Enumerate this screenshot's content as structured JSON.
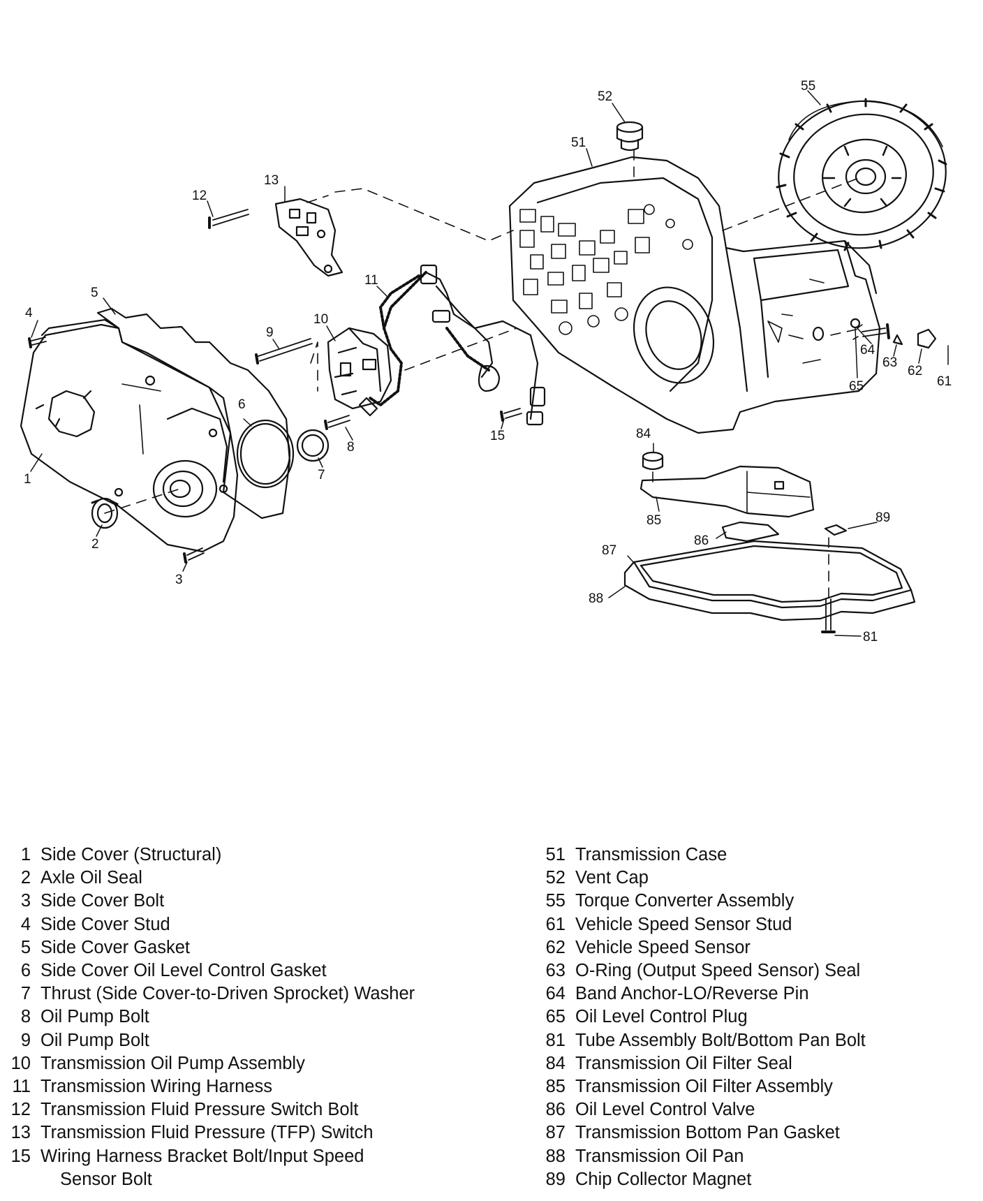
{
  "diagram": {
    "callouts": {
      "c1": "1",
      "c2": "2",
      "c3": "3",
      "c4": "4",
      "c5": "5",
      "c6": "6",
      "c7": "7",
      "c8": "8",
      "c9": "9",
      "c10": "10",
      "c11": "11",
      "c12": "12",
      "c13": "13",
      "c15": "15",
      "c51": "51",
      "c52": "52",
      "c55": "55",
      "c61": "61",
      "c62": "62",
      "c63": "63",
      "c64": "64",
      "c65": "65",
      "c81": "81",
      "c84": "84",
      "c85": "85",
      "c86": "86",
      "c87": "87",
      "c88": "88",
      "c89": "89"
    }
  },
  "legend": {
    "left": [
      {
        "num": "1",
        "text": "Side Cover (Structural)"
      },
      {
        "num": "2",
        "text": "Axle Oil Seal"
      },
      {
        "num": "3",
        "text": "Side Cover Bolt"
      },
      {
        "num": "4",
        "text": "Side Cover Stud"
      },
      {
        "num": "5",
        "text": "Side Cover Gasket"
      },
      {
        "num": "6",
        "text": "Side Cover Oil Level Control Gasket"
      },
      {
        "num": "7",
        "text": "Thrust (Side Cover-to-Driven Sprocket) Washer"
      },
      {
        "num": "8",
        "text": "Oil Pump Bolt"
      },
      {
        "num": "9",
        "text": "Oil Pump Bolt"
      },
      {
        "num": "10",
        "text": "Transmission Oil Pump Assembly"
      },
      {
        "num": "11",
        "text": "Transmission Wiring Harness"
      },
      {
        "num": "12",
        "text": "Transmission Fluid Pressure Switch Bolt"
      },
      {
        "num": "13",
        "text": "Transmission Fluid Pressure (TFP) Switch"
      },
      {
        "num": "15",
        "text": "Wiring Harness Bracket Bolt/Input Speed",
        "text2": "Sensor Bolt"
      }
    ],
    "right": [
      {
        "num": "51",
        "text": "Transmission Case"
      },
      {
        "num": "52",
        "text": "Vent Cap"
      },
      {
        "num": "55",
        "text": "Torque Converter Assembly"
      },
      {
        "num": "61",
        "text": "Vehicle Speed Sensor Stud"
      },
      {
        "num": "62",
        "text": "Vehicle Speed Sensor"
      },
      {
        "num": "63",
        "text": "O-Ring (Output Speed Sensor) Seal"
      },
      {
        "num": "64",
        "text": "Band Anchor-LO/Reverse Pin"
      },
      {
        "num": "65",
        "text": "Oil Level Control Plug"
      },
      {
        "num": "81",
        "text": "Tube Assembly Bolt/Bottom Pan Bolt"
      },
      {
        "num": "84",
        "text": "Transmission Oil Filter Seal"
      },
      {
        "num": "85",
        "text": "Transmission Oil Filter Assembly"
      },
      {
        "num": "86",
        "text": "Oil Level Control Valve"
      },
      {
        "num": "87",
        "text": "Transmission Bottom Pan Gasket"
      },
      {
        "num": "88",
        "text": "Transmission Oil Pan"
      },
      {
        "num": "89",
        "text": "Chip Collector Magnet"
      }
    ]
  }
}
